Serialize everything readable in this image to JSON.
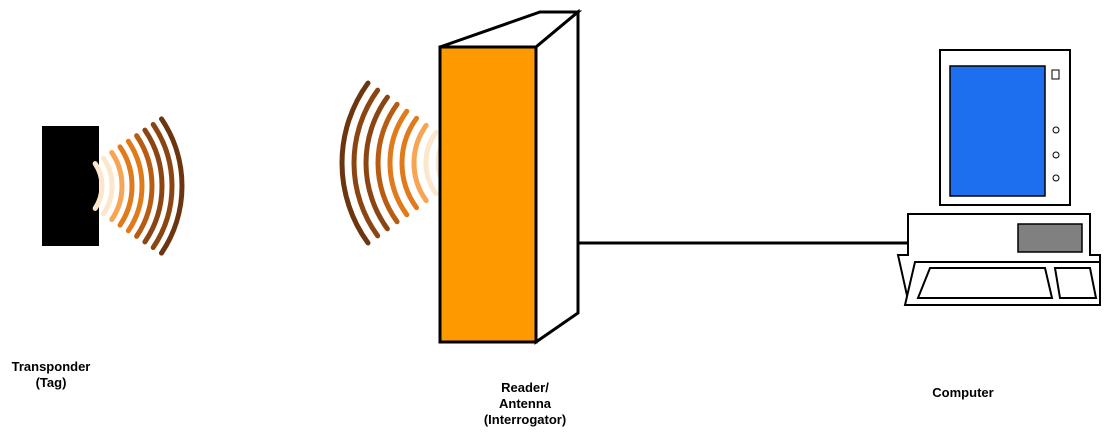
{
  "labels": {
    "tag": {
      "line1": "Transponder",
      "line2": "(Tag)"
    },
    "reader": {
      "line1": "Reader/",
      "line2": "Antenna",
      "line3": "(Interrogator)"
    },
    "computer": "Computer"
  },
  "colors": {
    "tag": "#000000",
    "reader_front": "#ff9900",
    "reader_side": "#ffffff",
    "screen": "#1e6ff0",
    "drive_slot": "#808080",
    "outline": "#000000",
    "wave_gradient": [
      "#fde7cc",
      "#f7a454",
      "#e07a1a",
      "#b85c14",
      "#8b4513",
      "#6b3510"
    ]
  },
  "icons": {
    "tag": "rfid-tag-icon",
    "reader": "reader-antenna-icon",
    "computer": "desktop-computer-icon"
  }
}
